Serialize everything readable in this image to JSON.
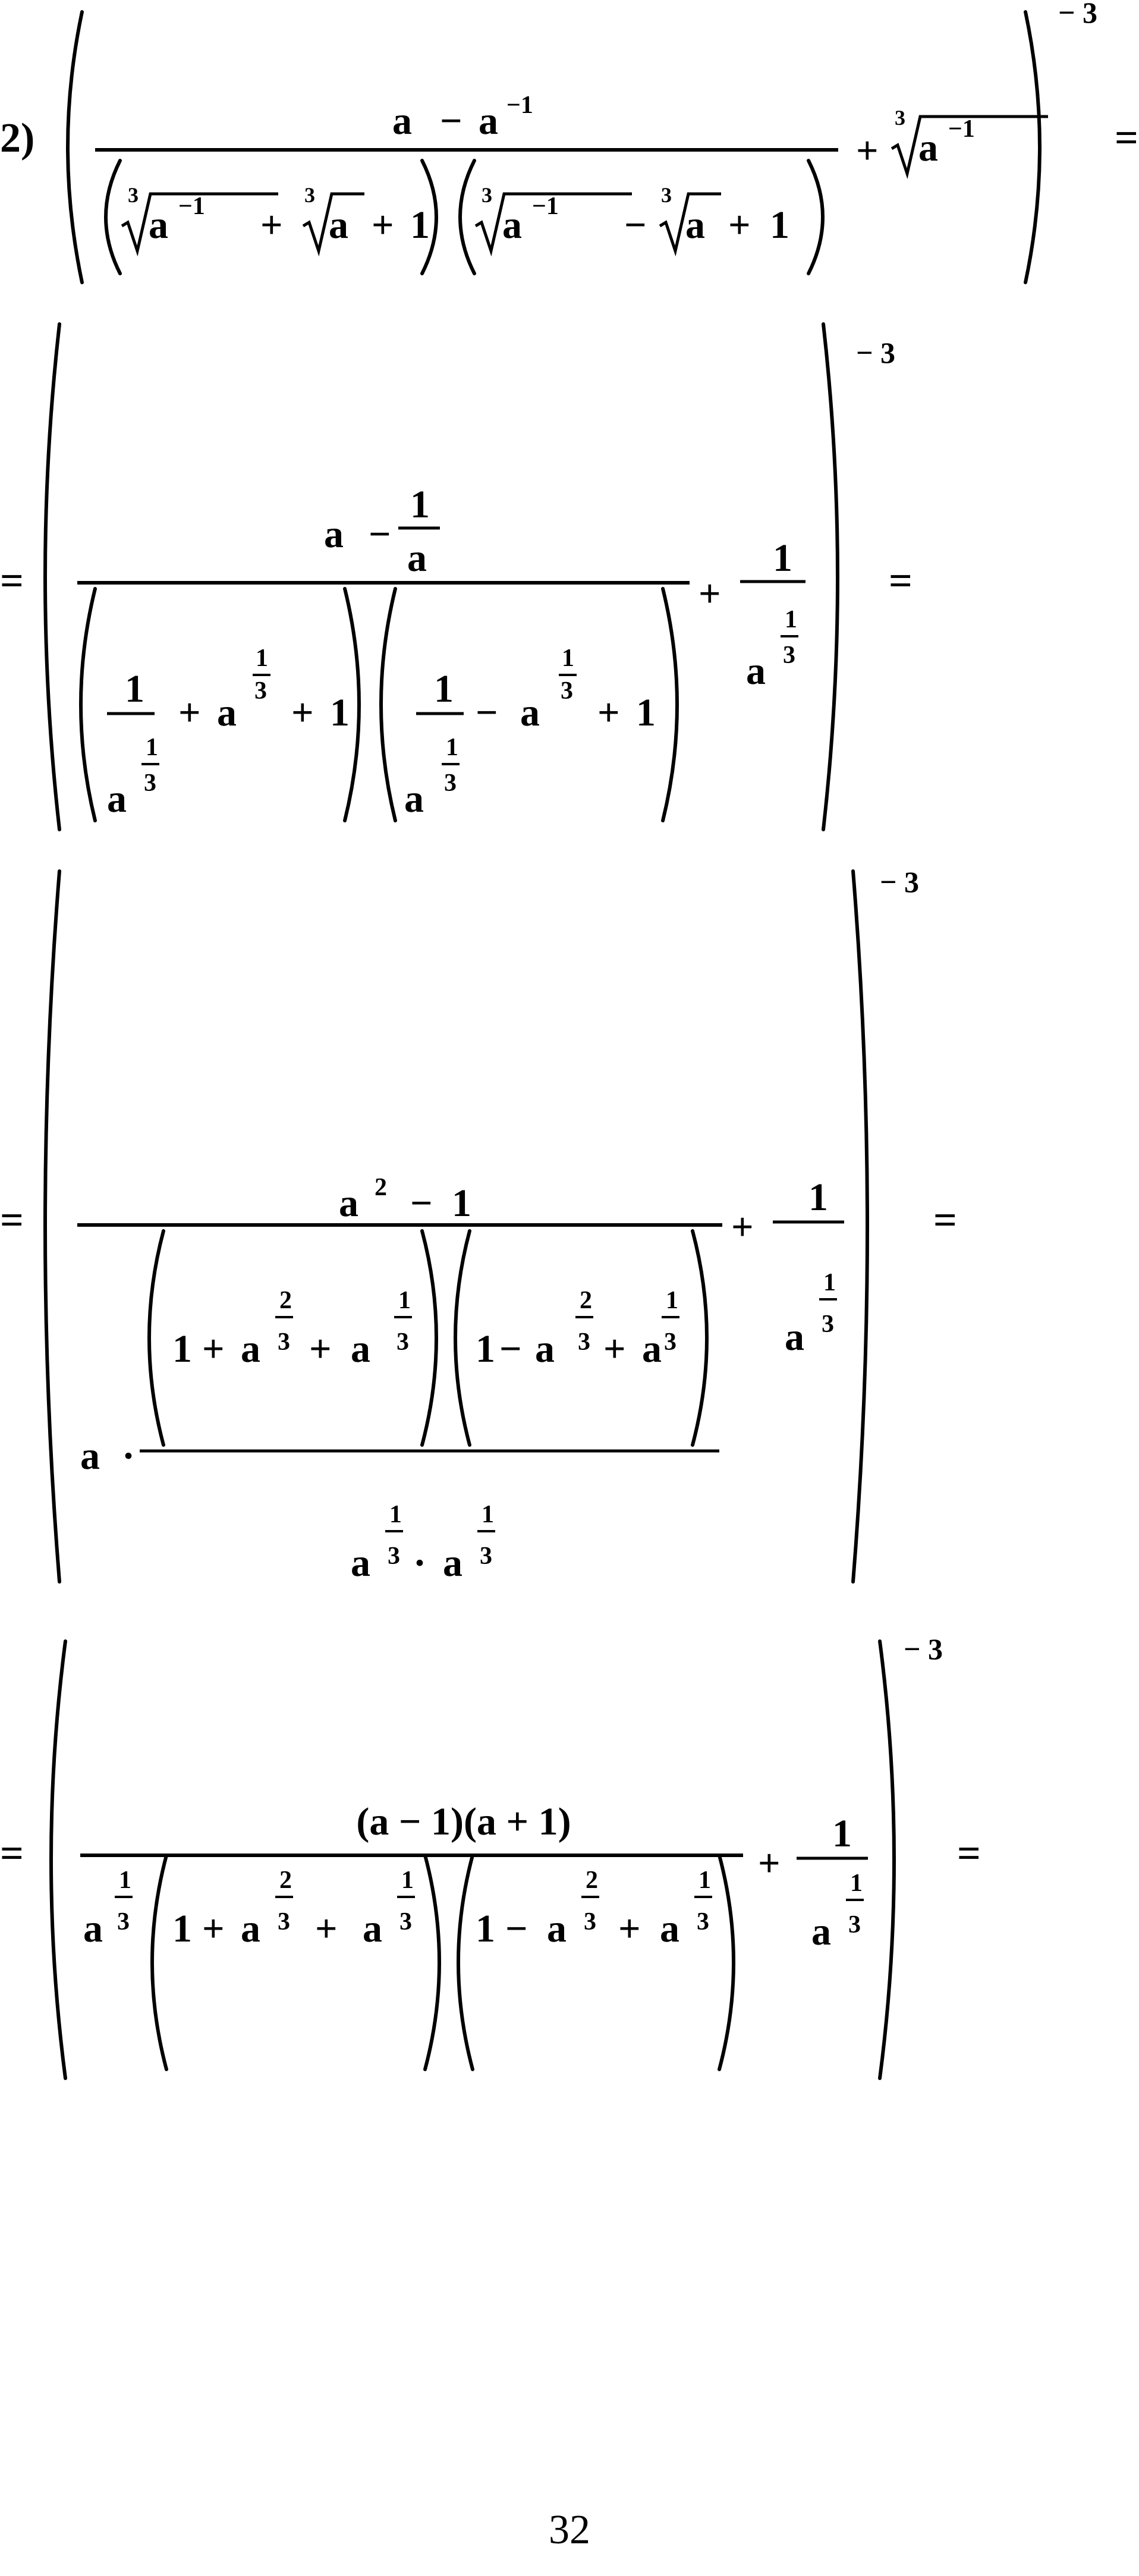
{
  "page_number": "32",
  "step1": {
    "label": "2)",
    "numerator": [
      "a",
      "−",
      "a",
      "−1"
    ],
    "denominator": [
      "3",
      "a",
      "−1",
      "+",
      "3",
      "a",
      "+",
      "1",
      "3",
      "a",
      "−1",
      "−",
      "3",
      "a",
      "+",
      "1"
    ],
    "addend": [
      "+",
      "3",
      "a",
      "−1"
    ],
    "outer_exponent": "− 3",
    "equals": "="
  },
  "step2": {
    "lead_equals": "=",
    "numerator": [
      "a",
      "−",
      "1",
      "a"
    ],
    "denominator": [
      "1",
      "a",
      "1",
      "3",
      "+",
      "a",
      "1",
      "3",
      "+",
      "1",
      "1",
      "a",
      "1",
      "3",
      "−",
      "a",
      "1",
      "3",
      "+",
      "1"
    ],
    "addend": [
      "+",
      "1",
      "a",
      "1",
      "3"
    ],
    "outer_exponent": "− 3",
    "equals": "="
  },
  "step3": {
    "lead_equals": "=",
    "numerator": [
      "a",
      "2",
      "−",
      "1"
    ],
    "denominator": [
      "a",
      "·",
      "1",
      "+",
      "a",
      "2",
      "3",
      "+",
      "a",
      "1",
      "3",
      "1",
      "−",
      "a",
      "2",
      "3",
      "+",
      "a",
      "1",
      "3",
      "a",
      "1",
      "3",
      "·",
      "a",
      "1",
      "3"
    ],
    "addend": [
      "+",
      "1",
      "a",
      "1",
      "3"
    ],
    "outer_exponent": "− 3",
    "equals": "="
  },
  "step4": {
    "lead_equals": "=",
    "numerator": [
      "(a − 1)(a + 1)"
    ],
    "denominator": [
      "a",
      "1",
      "3",
      "1",
      "+",
      "a",
      "2",
      "3",
      "+",
      "a",
      "1",
      "3",
      "1",
      "−",
      "a",
      "2",
      "3",
      "+",
      "a",
      "1",
      "3"
    ],
    "addend": [
      "+",
      "1",
      "a",
      "1",
      "3"
    ],
    "outer_exponent": "− 3",
    "equals": "="
  }
}
